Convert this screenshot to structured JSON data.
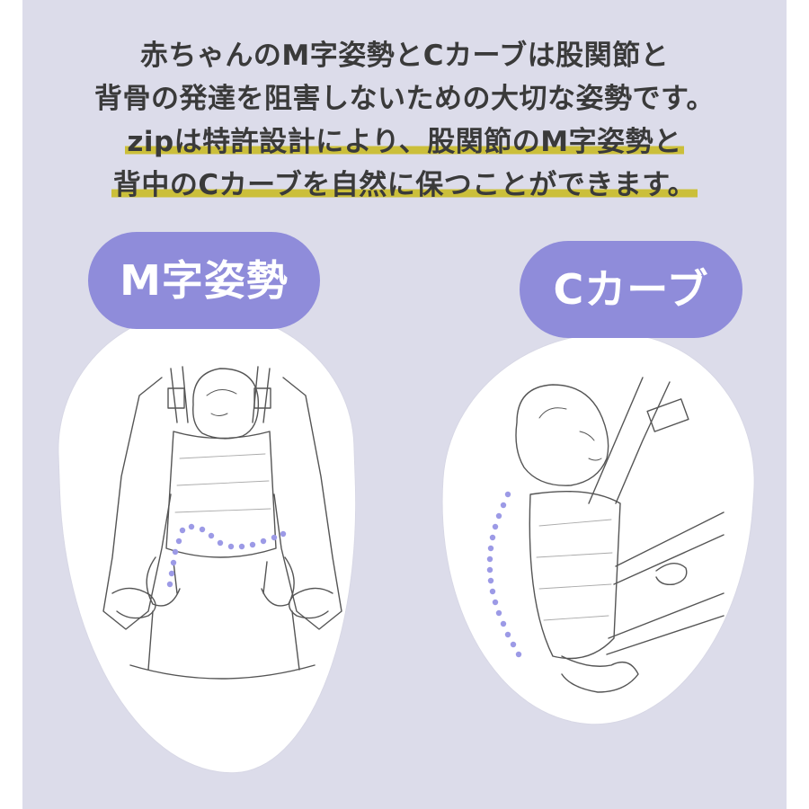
{
  "headline": {
    "line1": "赤ちゃんのM字姿勢とCカーブは股関節と",
    "line2": "背骨の発達を阻害しないための大切な姿勢です。",
    "line3_hl": "zipは特許設計により、股関節のM字姿勢と",
    "line4_hl": "背中のCカーブを自然に保つことができます。"
  },
  "labels": {
    "m_posture": "M字姿勢",
    "c_curve": "Cカーブ"
  },
  "colors": {
    "background": "#dcdcea",
    "pill": "#8f8cda",
    "highlight": "#cbbf3a",
    "dots": "#9c9ae6",
    "text": "#3a3a3a"
  },
  "illustrations": {
    "left": "baby-in-carrier-front-view-illustration",
    "right": "baby-in-carrier-side-view-illustration"
  }
}
